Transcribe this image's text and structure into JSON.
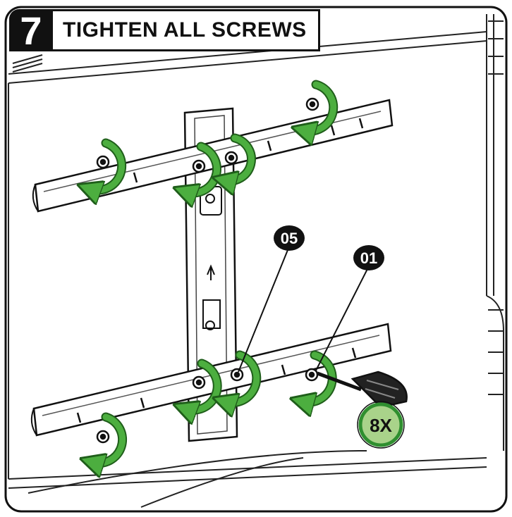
{
  "step": {
    "number": "7",
    "title": "TIGHTEN ALL SCREWS"
  },
  "callouts": {
    "part_a": "05",
    "part_b": "01"
  },
  "quantity": "8X",
  "colors": {
    "arrow_green": "#4cae3f",
    "arrow_light_green": "#b5d88a",
    "badge_fill": "#a9d38a",
    "badge_ring": "#2f8f2f",
    "outline": "#111111",
    "panel": "#ffffff"
  },
  "icons": [
    "rotate-arrow-icon",
    "screw-icon",
    "screwdriver-icon"
  ]
}
